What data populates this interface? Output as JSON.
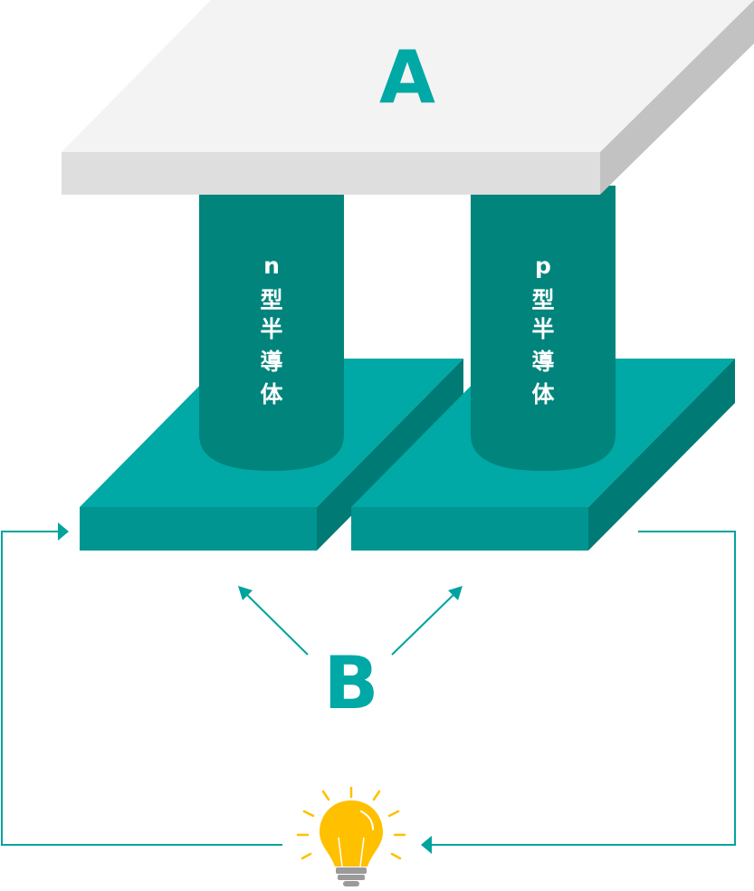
{
  "labels": {
    "top_plate": "A",
    "bottom_electrodes": "B"
  },
  "pillars": [
    {
      "id": "n",
      "type_letter": "n",
      "chars": [
        "型",
        "半",
        "導",
        "体"
      ]
    },
    {
      "id": "p",
      "type_letter": "p",
      "chars": [
        "型",
        "半",
        "導",
        "体"
      ]
    }
  ],
  "icons": {
    "light_bulb": "light-bulb-icon",
    "arrow": "arrow-icon"
  },
  "colors": {
    "top_plate_face": "#f3f3f3",
    "top_plate_front": "#dedede",
    "top_plate_side": "#c2c2c2",
    "pillar": "#00847c",
    "electrode_top": "#00a8a6",
    "electrode_front": "#009590",
    "electrode_side": "#007a75",
    "accent": "#00a8a6",
    "wire": "#00a39d",
    "bulb": "#ffc000",
    "bulb_base": "#9a9a9a",
    "text_on_pillar": "#ffffff"
  }
}
